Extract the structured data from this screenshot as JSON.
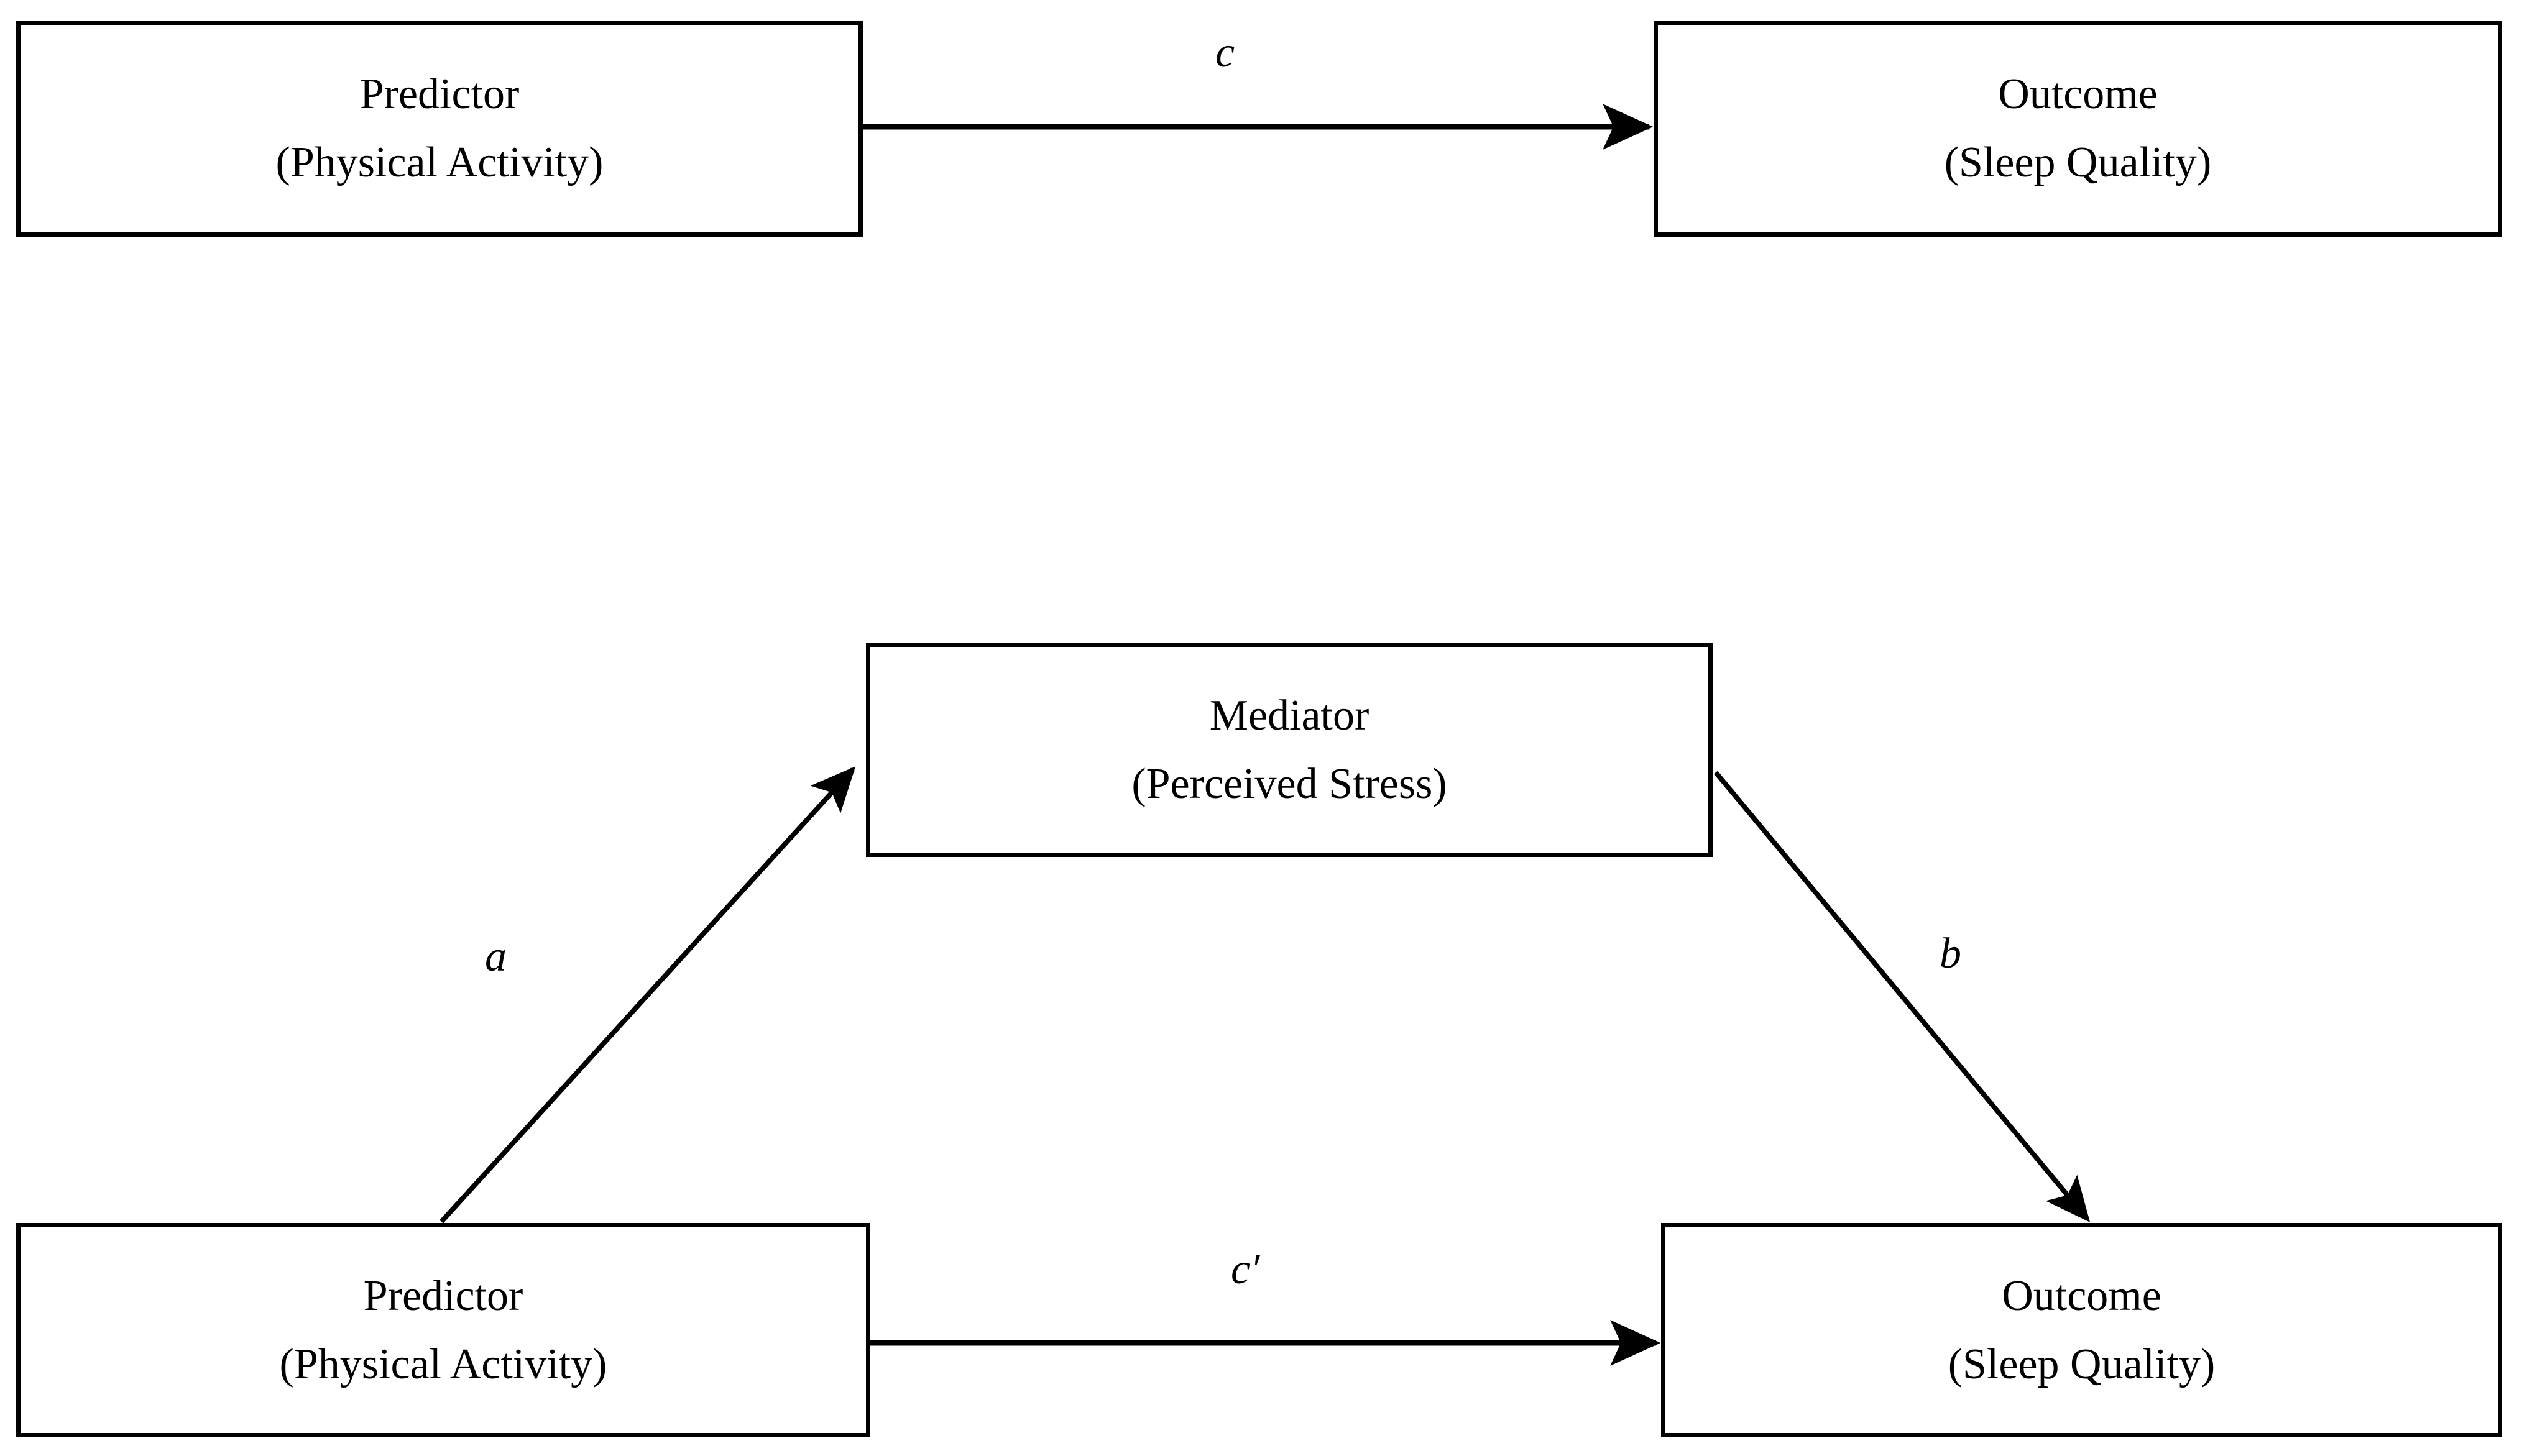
{
  "figure": {
    "type": "mediation-model-diagram",
    "description": "Two-panel statistical mediation model diagram",
    "background_color": "#ffffff",
    "stroke_color": "#000000"
  },
  "panels": [
    {
      "id": "total-effect",
      "name": "total-effect-panel",
      "nodes": [
        {
          "id": "predictor-top",
          "role": "predictor",
          "primary": "Predictor",
          "secondary": "(Physical Activity)"
        },
        {
          "id": "outcome-top",
          "role": "outcome",
          "primary": "Outcome",
          "secondary": "(Sleep Quality)"
        }
      ],
      "paths": [
        {
          "id": "path-c",
          "label": "c",
          "from": "predictor-top",
          "to": "outcome-top",
          "style": "straight-horizontal-arrow"
        }
      ]
    },
    {
      "id": "mediated-effect",
      "name": "mediated-effect-panel",
      "nodes": [
        {
          "id": "mediator",
          "role": "mediator",
          "primary": "Mediator",
          "secondary": "(Perceived Stress)"
        },
        {
          "id": "predictor-bottom",
          "role": "predictor",
          "primary": "Predictor",
          "secondary": "(Physical Activity)"
        },
        {
          "id": "outcome-bottom",
          "role": "outcome",
          "primary": "Outcome",
          "secondary": "(Sleep Quality)"
        }
      ],
      "paths": [
        {
          "id": "path-a",
          "label": "a",
          "from": "predictor-bottom",
          "to": "mediator",
          "style": "diagonal-up-right-arrow"
        },
        {
          "id": "path-b",
          "label": "b",
          "from": "mediator",
          "to": "outcome-bottom",
          "style": "diagonal-down-right-arrow"
        },
        {
          "id": "path-c-prime",
          "label": "c′",
          "from": "predictor-bottom",
          "to": "outcome-bottom",
          "style": "straight-horizontal-arrow"
        }
      ]
    }
  ]
}
